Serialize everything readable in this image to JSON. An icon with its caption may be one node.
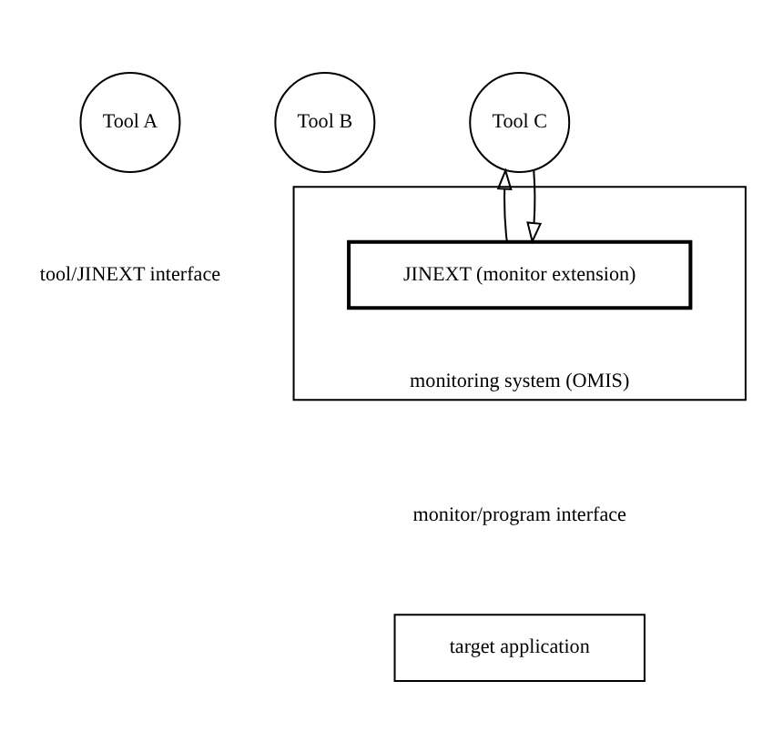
{
  "diagram": {
    "nodes": [
      {
        "text": [
          "Tool A"
        ]
      },
      {
        "text": [
          "Tool B"
        ]
      },
      {
        "text": [
          "Tool C"
        ]
      },
      {
        "text": [
          "monitoring system (OMIS)"
        ]
      },
      {
        "text": [
          "JINEXT (monitor extension)"
        ],
        "in": 3
      },
      {
        "text": [
          "target application"
        ]
      }
    ],
    "edges": [
      {
        "from": 2,
        "to": 4,
        "arrow": "to"
      },
      {
        "from": 4,
        "to": 2,
        "arrow": "to"
      }
    ],
    "labels": [
      "tool/JINEXT interface",
      "monitor/program interface"
    ]
  }
}
